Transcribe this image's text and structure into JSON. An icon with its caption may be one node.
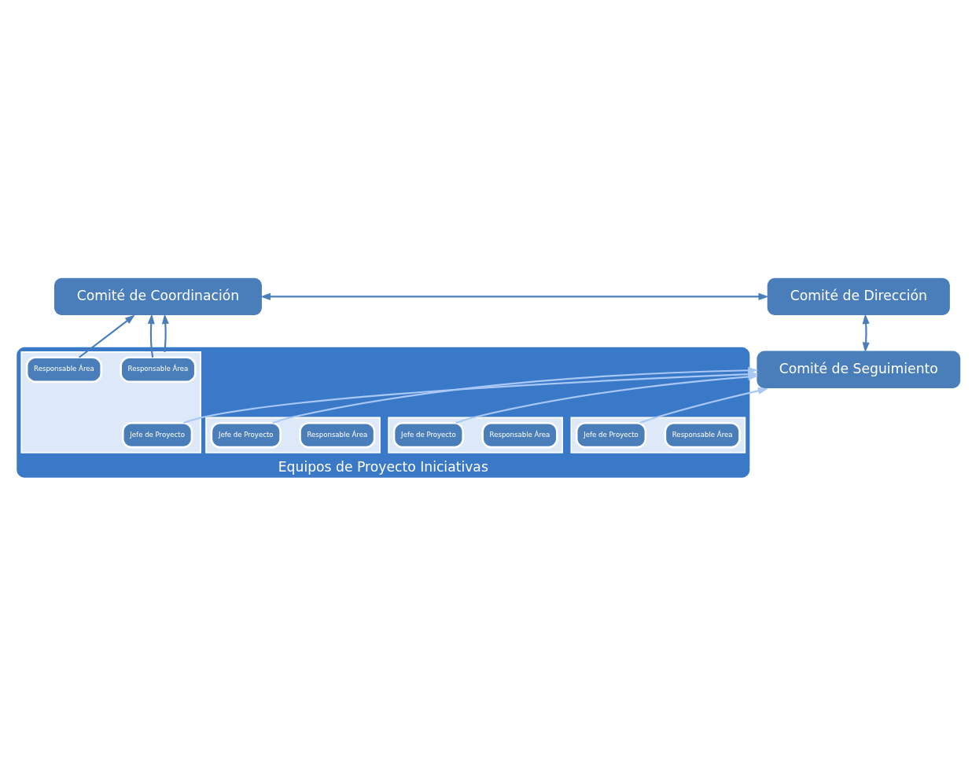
{
  "diagram": {
    "nodes": [
      {
        "text": [
          "Comité de Coordinación"
        ]
      },
      {
        "text": [
          "Comité de Dirección"
        ]
      },
      {
        "text": [
          "Comité de Seguimiento"
        ]
      },
      {
        "text": [
          "Equipos de Proyecto Iniciativas"
        ]
      },
      {
        "text": [],
        "shape": "box",
        "in": 3
      },
      {
        "text": [
          "Responsable Área"
        ],
        "in": 4
      },
      {
        "text": [
          "Jefe de Proyecto"
        ],
        "in": 4
      },
      {
        "text": [],
        "shape": "box",
        "in": 3
      },
      {
        "text": [
          "Responsable Área"
        ],
        "in": 7
      },
      {
        "text": [
          "Jefe de Proyecto"
        ],
        "in": 7
      },
      {
        "text": [],
        "shape": "box",
        "in": 3
      },
      {
        "text": [
          "Responsable Área"
        ],
        "in": 10
      },
      {
        "text": [
          "Jefe de Proyecto"
        ],
        "in": 10
      },
      {
        "text": [],
        "shape": "box",
        "in": 3
      },
      {
        "text": [
          "Responsable Área"
        ],
        "in": 13
      },
      {
        "text": [
          "Responsable Área"
        ],
        "in": 13
      },
      {
        "text": [
          "Jefe de Proyecto"
        ],
        "in": 13
      }
    ],
    "edges": [
      {
        "from": 0,
        "to": 1,
        "arrow": "both"
      },
      {
        "from": 1,
        "to": 2,
        "arrow": "both"
      },
      {
        "from": 14,
        "to": 0,
        "arrow": "to"
      },
      {
        "from": 15,
        "to": 0,
        "arrow": "to"
      },
      {
        "from": 13,
        "to": 0,
        "arrow": "to"
      },
      {
        "from": 6,
        "to": 2,
        "arrow": "to",
        "color": "#a9c8f5"
      },
      {
        "from": 9,
        "to": 2,
        "arrow": "to",
        "color": "#a9c8f5"
      },
      {
        "from": 12,
        "to": 2,
        "arrow": "to",
        "color": "#a9c8f5"
      },
      {
        "from": 16,
        "to": 2,
        "arrow": "to",
        "color": "#a9c8f5"
      }
    ]
  }
}
